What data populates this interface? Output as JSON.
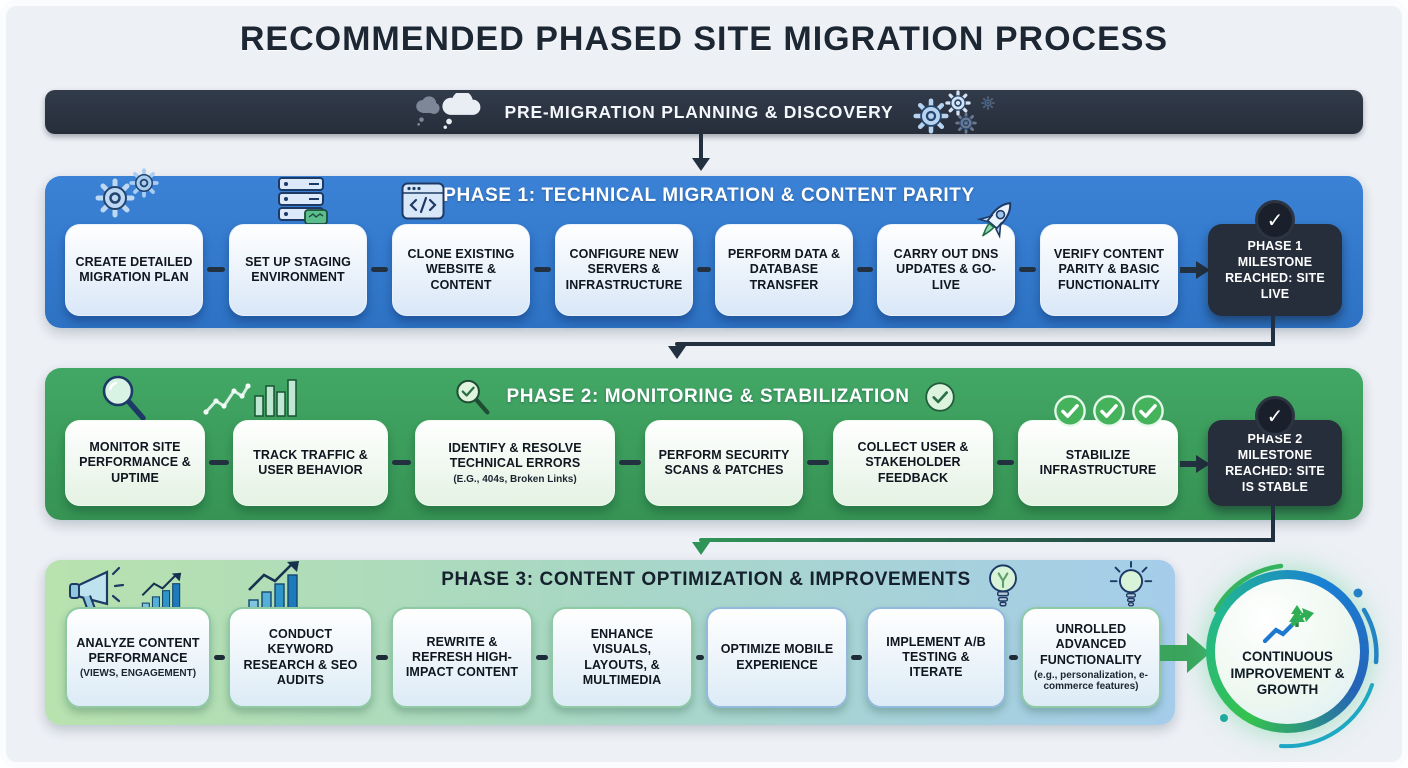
{
  "title": "RECOMMENDED PHASED SITE MIGRATION PROCESS",
  "pre_migration": {
    "label": "PRE-MIGRATION PLANNING & DISCOVERY"
  },
  "phase1": {
    "title": "PHASE 1: TECHNICAL MIGRATION & CONTENT PARITY",
    "steps": [
      {
        "label": "CREATE DETAILED MIGRATION PLAN"
      },
      {
        "label": "SET UP STAGING ENVIRONMENT"
      },
      {
        "label": "CLONE EXISTING WEBSITE & CONTENT"
      },
      {
        "label": "CONFIGURE NEW SERVERS & INFRASTRUCTURE"
      },
      {
        "label": "PERFORM DATA & DATABASE TRANSFER"
      },
      {
        "label": "CARRY OUT DNS UPDATES & GO-LIVE"
      },
      {
        "label": "VERIFY CONTENT PARITY & BASIC FUNCTIONALITY"
      }
    ],
    "milestone": "PHASE 1 MILESTONE REACHED: SITE LIVE",
    "check_glyph": "✓"
  },
  "phase2": {
    "title": "PHASE 2: MONITORING & STABILIZATION",
    "steps": [
      {
        "label": "MONITOR SITE PERFORMANCE & UPTIME"
      },
      {
        "label": "TRACK TRAFFIC & USER BEHAVIOR"
      },
      {
        "label": "IDENTIFY & RESOLVE TECHNICAL ERRORS",
        "note": "(E.G., 404s, Broken Links)"
      },
      {
        "label": "PERFORM SECURITY SCANS & PATCHES"
      },
      {
        "label": "COLLECT USER & STAKEHOLDER FEEDBACK"
      },
      {
        "label": "STABILIZE INFRASTRUCTURE"
      }
    ],
    "milestone": "PHASE 2 MILESTONE REACHED: SITE IS STABLE",
    "check_glyph": "✓"
  },
  "phase3": {
    "title": "PHASE 3: CONTENT OPTIMIZATION & IMPROVEMENTS",
    "steps": [
      {
        "label": "ANALYZE CONTENT PERFORMANCE",
        "note": "(VIEWS, ENGAGEMENT)"
      },
      {
        "label": "CONDUCT KEYWORD RESEARCH & SEO AUDITS"
      },
      {
        "label": "REWRITE & REFRESH HIGH-IMPACT CONTENT"
      },
      {
        "label": "ENHANCE VISUALS, LAYOUTS, & MULTIMEDIA"
      },
      {
        "label": "OPTIMIZE MOBILE EXPERIENCE"
      },
      {
        "label": "IMPLEMENT A/B TESTING & ITERATE"
      },
      {
        "label": "UNROLLED ADVANCED FUNCTIONALITY",
        "note": "(e.g., personalization, e-commerce features)"
      }
    ]
  },
  "final": {
    "label": "CONTINUOUS IMPROVEMENT & GROWTH"
  },
  "icons": {
    "pre_bar_left": "thought-clouds",
    "pre_bar_right": "gear-cluster",
    "phase1": [
      "gears",
      "server-stack",
      "code-window",
      "rocket"
    ],
    "phase2": [
      "magnifier",
      "line-chart",
      "bar-chart",
      "magnifier-check",
      "check-circle",
      "triple-check-circles"
    ],
    "phase3": [
      "megaphone",
      "growth-chart",
      "growth-chart",
      "lightbulb",
      "lightbulb-rays"
    ],
    "final": "growth-arrow-tree"
  },
  "colors": {
    "background": "#edf0f5",
    "pre_bar": "#2a323f",
    "phase1": "#3179cd",
    "phase2": "#3da05f",
    "phase3_start": "#b8e2ae",
    "phase3_end": "#a5cdeb",
    "milestone": "#272e3b",
    "connector": "#22303f",
    "accent_green": "#3aa45c",
    "accent_blue": "#1d78cf"
  }
}
